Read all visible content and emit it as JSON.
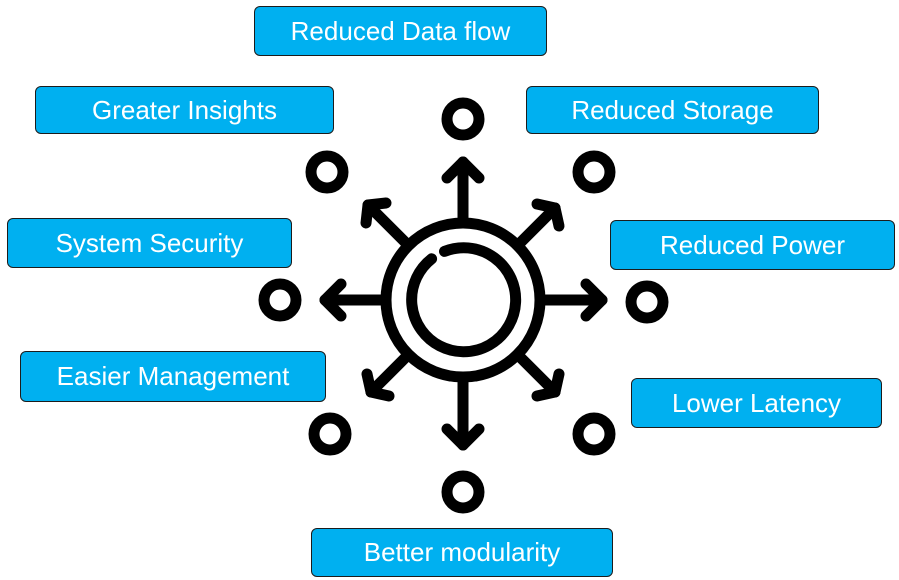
{
  "diagram": {
    "labels": [
      "Reduced Data flow",
      "Reduced Storage",
      "Greater Insights",
      "System Security",
      "Reduced Power",
      "Easier Management",
      "Lower Latency",
      "Better modularity"
    ],
    "colors": {
      "box_fill": "#00b0f0",
      "box_border": "#1c1c1c",
      "box_text": "#ffffff",
      "icon": "#000000"
    },
    "icon_name": "distribution-hub-icon"
  }
}
